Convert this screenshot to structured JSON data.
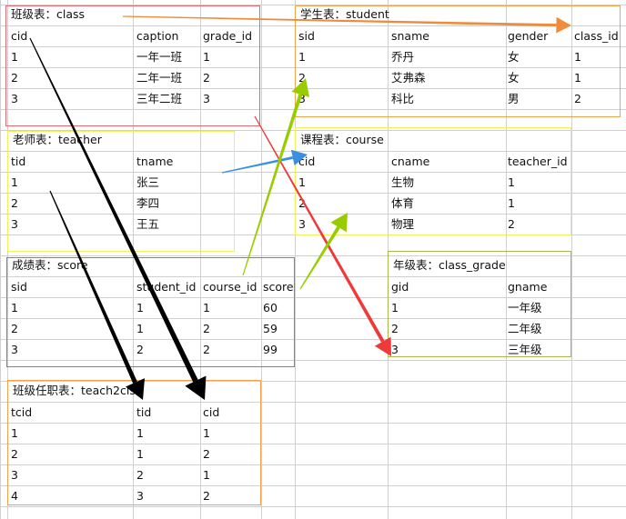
{
  "tables": [
    {
      "id": "class",
      "title": "班级表：class",
      "border": "#e06a70",
      "columns": [
        "cid",
        "caption",
        "grade_id"
      ],
      "rows": [
        [
          "1",
          "一年一班",
          "1"
        ],
        [
          "2",
          "二年一班",
          "2"
        ],
        [
          "3",
          "三年二班",
          "3"
        ]
      ]
    },
    {
      "id": "student",
      "title": "学生表：student",
      "border": "#f0a34a",
      "columns": [
        "sid",
        "sname",
        "gender",
        "class_id"
      ],
      "rows": [
        [
          "1",
          "乔丹",
          "女",
          "1"
        ],
        [
          "2",
          "艾弗森",
          "女",
          "1"
        ],
        [
          "3",
          "科比",
          "男",
          "2"
        ]
      ]
    },
    {
      "id": "teacher",
      "title": "老师表：teacher",
      "border": "#f2ef5c",
      "columns": [
        "tid",
        "tname"
      ],
      "rows": [
        [
          "1",
          "张三"
        ],
        [
          "2",
          "李四"
        ],
        [
          "3",
          "王五"
        ]
      ]
    },
    {
      "id": "course",
      "title": "课程表：course",
      "border": "#f2ef5c",
      "columns": [
        "cid",
        "cname",
        "teacher_id"
      ],
      "rows": [
        [
          "1",
          "生物",
          "1"
        ],
        [
          "2",
          "体育",
          "1"
        ],
        [
          "3",
          "物理",
          "2"
        ]
      ]
    },
    {
      "id": "score",
      "title": "成绩表：score",
      "border": "#c84fd6",
      "columns": [
        "sid",
        "student_id",
        "course_id",
        "score"
      ],
      "rows": [
        [
          "1",
          "1",
          "1",
          "60"
        ],
        [
          "2",
          "1",
          "2",
          "59"
        ],
        [
          "3",
          "2",
          "2",
          "99"
        ]
      ]
    },
    {
      "id": "class_grade",
      "title": "年级表：class_grade",
      "border": "#a8b84a",
      "columns": [
        "gid",
        "gname"
      ],
      "rows": [
        [
          "1",
          "一年级"
        ],
        [
          "2",
          "二年级"
        ],
        [
          "3",
          "三年级"
        ]
      ]
    },
    {
      "id": "teach2cls",
      "title": "班级任职表：teach2cls",
      "border": "#f0a34a",
      "columns": [
        "tcid",
        "tid",
        "cid"
      ],
      "rows": [
        [
          "1",
          "1",
          "1"
        ],
        [
          "2",
          "1",
          "2"
        ],
        [
          "3",
          "2",
          "1"
        ],
        [
          "4",
          "3",
          "2"
        ]
      ]
    }
  ],
  "arrows": [
    {
      "id": "class-to-student",
      "color": "#f08a3c"
    },
    {
      "id": "class-to-class-grade",
      "color": "#f03a3a"
    },
    {
      "id": "teacher-to-course",
      "color": "#3a8fe0"
    },
    {
      "id": "score-to-student",
      "color": "#99cc00"
    },
    {
      "id": "score-to-course",
      "color": "#99cc00"
    },
    {
      "id": "teach2cls-tid-to-teacher",
      "color": "#000000"
    },
    {
      "id": "teach2cls-cid-to-class",
      "color": "#000000"
    }
  ],
  "grid_color": "#d0d0d0"
}
